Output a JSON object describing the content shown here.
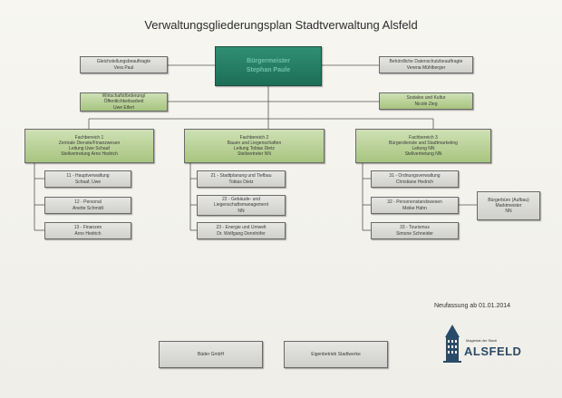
{
  "title": "Verwaltungsgliederungsplan Stadtverwaltung Alsfeld",
  "head": {
    "line1": "Bürgermeister",
    "line2": "Stephan Paule"
  },
  "staff_left": [
    {
      "line1": "Gleichstellungsbeauftragte",
      "line2": "Vera Paul"
    },
    {
      "line1": "Wirtschaftsförderung/",
      "line2": "Öffentlichkeitsarbeit",
      "line3": "Uwe Eifert"
    }
  ],
  "staff_right": [
    {
      "line1": "Behördliche Datenschutzbeauftragte",
      "line2": "Verena Mühlberger"
    },
    {
      "line1": "Soziales und Kultur",
      "line2": "Nicole Zieg"
    }
  ],
  "departments": [
    {
      "lines": [
        "Fachbereich 1",
        "Zentrale Dienste/Finanzwesen",
        "Leitung Uwe Schaaf",
        "Stellvertretung Arno Hedrich"
      ],
      "units": [
        {
          "line1": "11 - Hauptverwaltung",
          "line2": "Schaaf, Uwe"
        },
        {
          "line1": "12 - Personal",
          "line2": "Anette Schmidt"
        },
        {
          "line1": "13 - Finanzen",
          "line2": "Arno Hedrich"
        }
      ]
    },
    {
      "lines": [
        "Fachbereich 2",
        "Bauen und Liegenschaften",
        "Leitung Tobias Dietz",
        "Stellvertreter NN"
      ],
      "units": [
        {
          "line1": "21 - Stadtplanung und Tiefbau",
          "line2": "Tobias Dietz"
        },
        {
          "line1": "22 - Gebäude- und",
          "line2": "Liegenschaftsmanagement",
          "line3": "NN"
        },
        {
          "line1": "23 - Energie und Umwelt",
          "line2": "Dr. Wolfgang Dennhöfer"
        }
      ]
    },
    {
      "lines": [
        "Fachbereich 3",
        "Bürgerdienste und Stadtmarketing",
        "Leitung NN",
        "Stellvertretung NN"
      ],
      "units": [
        {
          "line1": "31 - Ordnungsverwaltung",
          "line2": "Christiane Hedrich"
        },
        {
          "line1": "32 - Personenstandswesen",
          "line2": "Meike Hahn"
        },
        {
          "line1": "33 - Tourismus",
          "line2": "Simone Schneider"
        }
      ]
    }
  ],
  "side_unit": {
    "line1": "Bürgerbüro (Aufbau)",
    "line2": "Marktmeister",
    "line3": "NN"
  },
  "date_text": "Neufassung ab 01.01.2014",
  "companies": [
    {
      "label": "Bäder GmbH"
    },
    {
      "label": "Eigenbetrieb Stadtwerke"
    }
  ],
  "logo": {
    "small": "Magistrat der Stadt",
    "big": "ALSFELD"
  }
}
